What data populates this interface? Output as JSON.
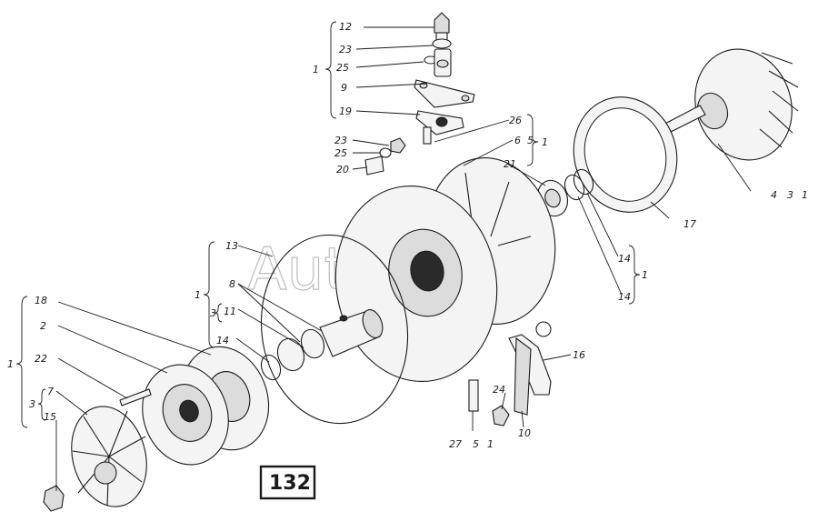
{
  "figure_number": "132",
  "watermark": "AutoSoft",
  "callouts": {
    "c12": "12",
    "c23a": "23",
    "c25a": "25",
    "c9": "9",
    "c19": "19",
    "c1a": "1",
    "c23b": "23",
    "c25b": "25",
    "c20": "20",
    "c26": "26",
    "c6": "6",
    "c5a": "5",
    "c1b": "1",
    "c21": "21",
    "c17": "17",
    "c4": "4",
    "c3a": "3",
    "c1c": "1",
    "c14a": "14",
    "c14b": "14",
    "c1d": "1",
    "c13": "13",
    "c8": "8",
    "c11": "11",
    "c3b": "3",
    "c1e": "1",
    "c14c": "14",
    "c18": "18",
    "c2": "2",
    "c22": "22",
    "c7": "7",
    "c15": "15",
    "c3c": "3",
    "c1f": "1",
    "c16": "16",
    "c24": "24",
    "c10": "10",
    "c27": "27",
    "c5b": "5",
    "c1g": "1"
  }
}
